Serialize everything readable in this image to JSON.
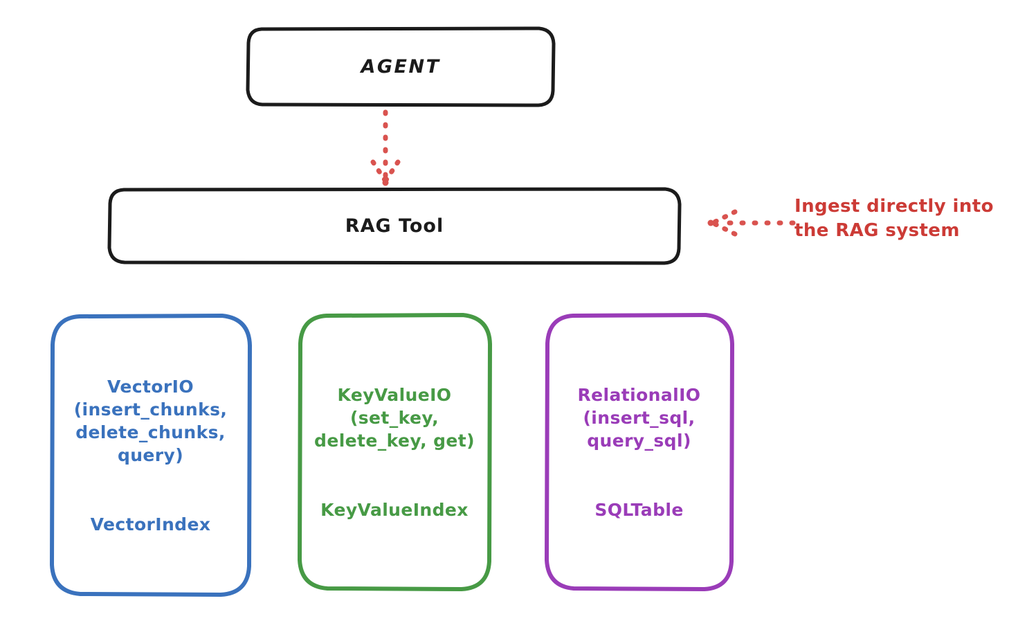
{
  "diagram": {
    "title_nodes": {
      "agent": {
        "label": "AGENT"
      },
      "rag_tool": {
        "label": "RAG Tool"
      }
    },
    "providers": [
      {
        "id": "vectorio",
        "interface": "VectorIO\n(insert_chunks,\ndelete_chunks,\nquery)",
        "index": "VectorIndex",
        "label": "VectorIO\n(insert_chunks,\ndelete_chunks,\nquery)\n\n\nVectorIndex",
        "color": "#3a72bd"
      },
      {
        "id": "keyvalueio",
        "interface": "KeyValueIO\n(set_key,\ndelete_key, get)",
        "index": "KeyValueIndex",
        "label": "KeyValueIO\n(set_key,\ndelete_key, get)\n\n\nKeyValueIndex",
        "color": "#479a45"
      },
      {
        "id": "relationalio",
        "interface": "RelationalIO\n(insert_sql,\nquery_sql)",
        "index": "SQLTable",
        "label": "RelationalIO\n(insert_sql,\nquery_sql)\n\n\nSQLTable",
        "color": "#9a3cb8"
      }
    ],
    "annotations": [
      {
        "id": "ingest",
        "text": "Ingest directly into\nthe RAG system",
        "color": "#cc3b36"
      }
    ],
    "connectors": [
      {
        "id": "agent-to-rag-tool",
        "from": "agent",
        "to": "rag_tool",
        "style": "dotted",
        "direction": "down",
        "color": "#d9534f"
      },
      {
        "id": "ingest-to-rag-tool",
        "from": "ingest-annotation",
        "to": "rag_tool",
        "style": "dotted",
        "direction": "left",
        "color": "#d9534f"
      }
    ],
    "palette": {
      "background": "#ffffff",
      "stroke_black": "#1b1b1b",
      "blue": "#3a72bd",
      "green": "#479a45",
      "purple": "#9a3cb8",
      "red": "#d9534f"
    }
  }
}
